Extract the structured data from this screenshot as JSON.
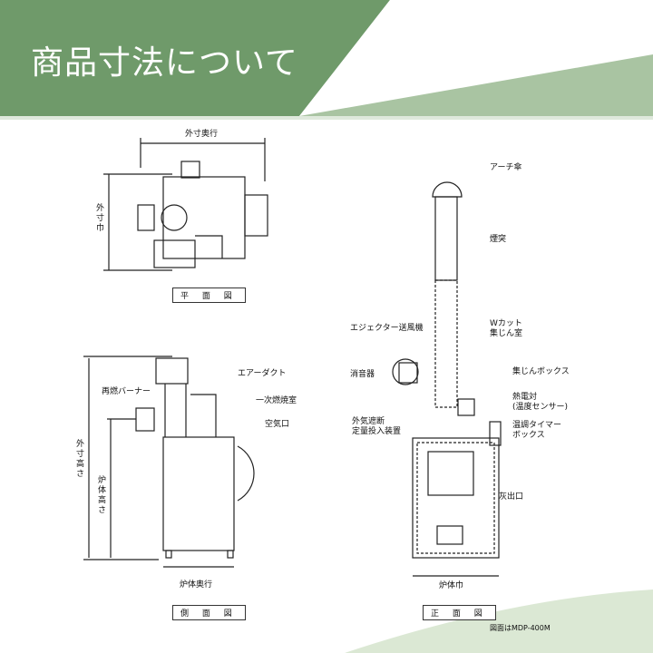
{
  "header": {
    "title": "商品寸法について",
    "color_dark": "#6f9a6a",
    "color_light": "#a9c4a2"
  },
  "plan_view": {
    "caption": "平 面 図",
    "depth_label": "外寸奥行",
    "width_label": "外寸巾"
  },
  "side_view": {
    "caption": "側 面 図",
    "outer_height": "外寸高さ",
    "body_height": "炉体高さ",
    "body_depth": "炉体奥行",
    "reburn_burner": "再燃バーナー",
    "air_duct": "エアーダクト",
    "primary_chamber": "一次燃焼室",
    "air_inlet": "空気口"
  },
  "front_view": {
    "caption": "正 面 図",
    "body_width": "炉体巾",
    "arch_cap": "アーチ傘",
    "chimney": "煙突",
    "ejector": "エジェクター送風機",
    "w_cut_1": "Wカット",
    "w_cut_2": "集じん室",
    "silencer": "消音器",
    "dust_box": "集じんボックス",
    "thermo_1": "熱電対",
    "thermo_2": "(温度センサー)",
    "feeder_1": "外気遮断",
    "feeder_2": "定量投入装置",
    "timer_1": "温調タイマー",
    "timer_2": "ボックス",
    "ash_outlet": "灰出口"
  },
  "note": "図面はMDP-400M"
}
